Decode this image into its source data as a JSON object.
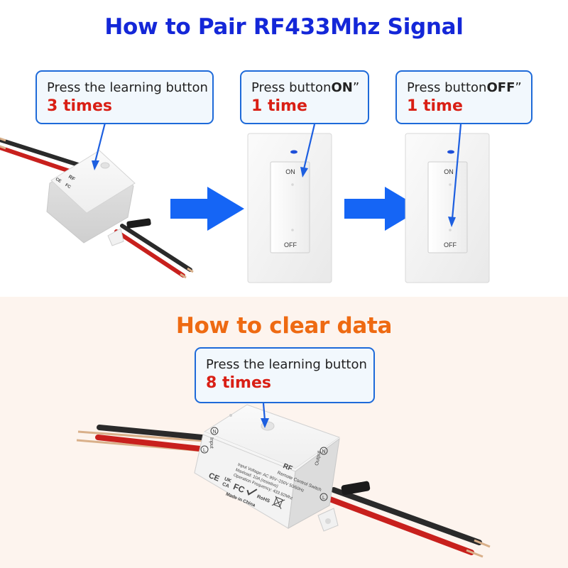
{
  "pair": {
    "title": "How to Pair RF433Mhz Signal",
    "steps": [
      {
        "text": "Press the learning button",
        "count": "3 times"
      },
      {
        "text_prefix": "Press button",
        "text_key": "ON",
        "text_suffix": "”",
        "count": "1 time"
      },
      {
        "text_prefix": "Press button",
        "text_key": "OFF",
        "text_suffix": "”",
        "count": "1 time"
      }
    ],
    "switch_labels": {
      "on": "ON",
      "off": "OFF"
    }
  },
  "clear": {
    "title": "How to clear data",
    "step": {
      "text": "Press the learning button",
      "count": "8 times"
    }
  },
  "module": {
    "brand": "RF",
    "name": "Remote Control Switch",
    "spec_voltage": "Input Voltage: AC 90V~250V  50/60Hz",
    "spec_load": "Maxload: 10A (resistive)",
    "spec_freq": "Operation Frequency: 433.92Mhz",
    "made_in": "Made in China",
    "input_label": "Input",
    "output_label": "Output",
    "terminal_n": "N",
    "terminal_l": "L",
    "marks": {
      "ce": "CE",
      "ukca_top": "UK",
      "ukca_bottom": "CA",
      "fc": "FC",
      "rohs": "RoHS"
    }
  },
  "colors": {
    "title_blue": "#1427d8",
    "title_orange": "#ee6a12",
    "callout_border": "#1e6ad9",
    "count_red": "#d91f15",
    "arrow_blue": "#1565f5",
    "bottom_bg": "#fdf4ee"
  }
}
